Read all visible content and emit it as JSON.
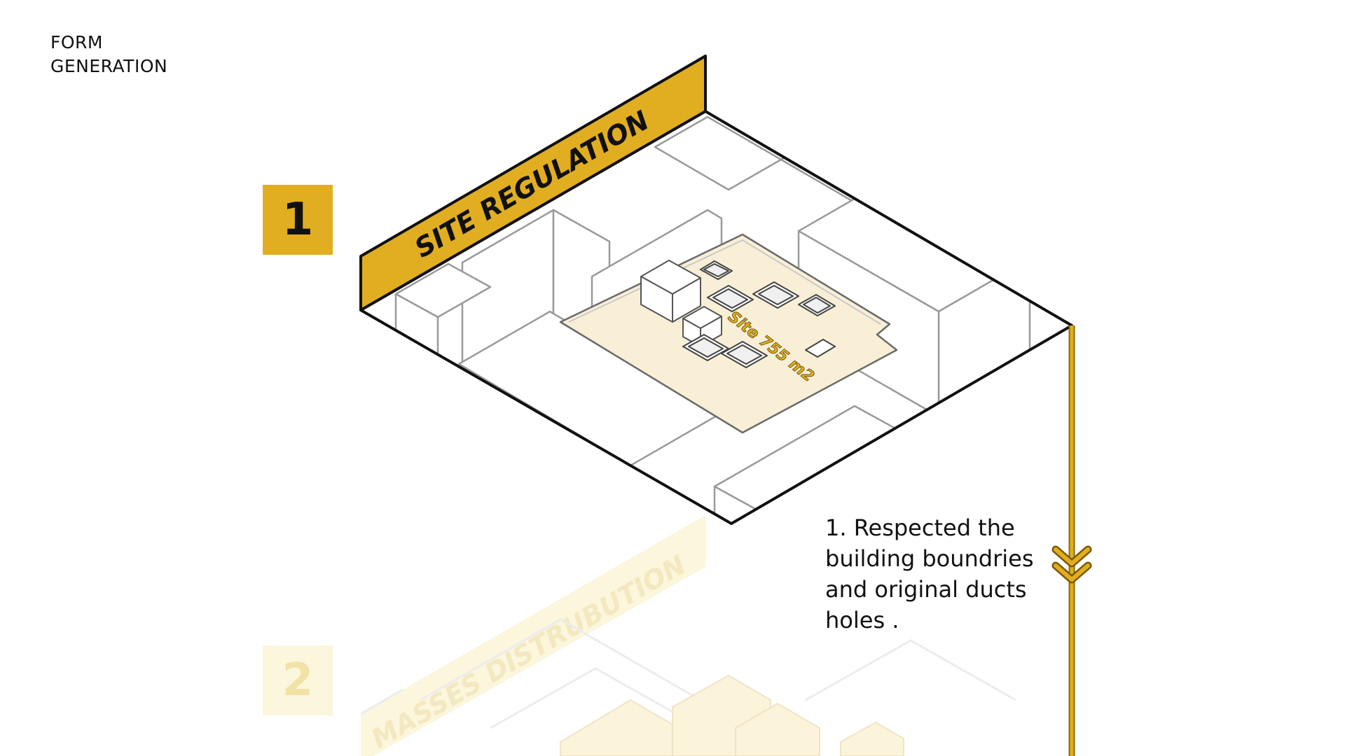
{
  "header": {
    "title_line1": "FORM",
    "title_line2": "GENERATION"
  },
  "steps": [
    {
      "number": "1",
      "label": "SITE REGULATION"
    },
    {
      "number": "2",
      "label": "MASSES DISTRUBUTION"
    }
  ],
  "site": {
    "area_label": "Site 755 m2"
  },
  "caption": {
    "line1": "1. Respected the",
    "line2": "building boundries",
    "line3": "and original ducts",
    "line4": "holes ."
  },
  "colors": {
    "accent": "#e2ae21",
    "site_fill": "#f8efd6",
    "ink": "#111111",
    "ghost": "#f1e3a6"
  }
}
